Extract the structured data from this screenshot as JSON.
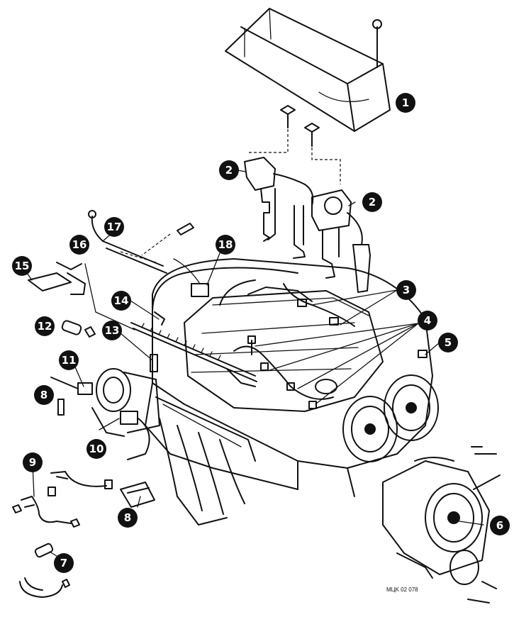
{
  "diagram": {
    "callouts": [
      "1",
      "2",
      "2",
      "3",
      "4",
      "5",
      "6",
      "7",
      "8",
      "8",
      "9",
      "10",
      "11",
      "12",
      "13",
      "14",
      "15",
      "16",
      "17",
      "18"
    ],
    "reference_code": "MЦK 02 078",
    "colors": {
      "ink": "#111111",
      "paper": "#ffffff",
      "badge_text": "#ffffff"
    }
  }
}
